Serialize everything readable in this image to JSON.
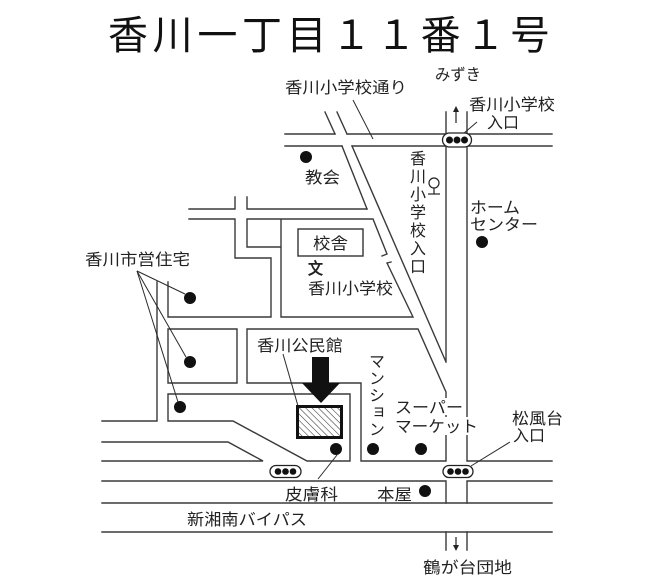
{
  "title": "香川一丁目１１番１号",
  "map": {
    "labels": {
      "mizuki": "みずき",
      "school_street": "香川小学校通り",
      "school_entrance_signal_line1": "香川小学校",
      "school_entrance_signal_line2": "入口",
      "church": "教会",
      "home_center_line1": "ホーム",
      "home_center_line2": "センター",
      "school_entrance_bus_stop": "香川小学校入口",
      "school_building": "校舎",
      "school_symbol": "文",
      "school_name": "香川小学校",
      "municipal_housing": "香川市営住宅",
      "community_hall": "香川公民館",
      "mansion": "マンション",
      "supermarket_line1": "スーパー",
      "supermarket_line2": "マーケット",
      "shofudai_entrance_line1": "松風台",
      "shofudai_entrance_line2": "入口",
      "dermatology": "皮膚科",
      "bookstore": "本屋",
      "bypass": "新湘南バイパス",
      "tsurugadai": "鶴が台団地"
    },
    "icons": {
      "traffic_signals": [
        "traffic-signal-icon",
        "traffic-signal-icon",
        "traffic-signal-icon"
      ],
      "bus_stop": "bus-stop-icon",
      "school": "school-icon",
      "destination_arrow": "arrow-down-icon",
      "direction_north": "arrow-up-icon",
      "direction_south": "arrow-down-icon",
      "landmark_marker": "dot-marker-icon",
      "target_building": "hatched-building-icon"
    }
  },
  "colors": {
    "background": "#ffffff",
    "road_line": "#3a3a3a",
    "marker": "#111111",
    "text": "#222222"
  }
}
